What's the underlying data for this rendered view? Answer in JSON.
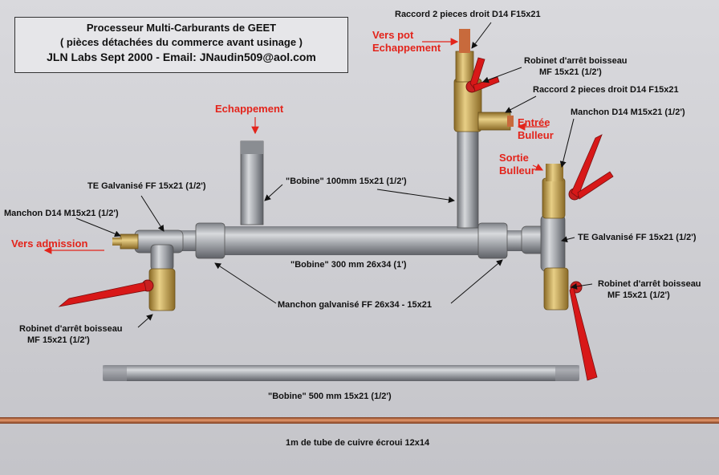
{
  "title_box": {
    "line1": "Processeur Multi-Carburants de GEET",
    "line2": "( pièces détachées du commerce avant usinage )",
    "line3": "JLN Labs Sept 2000 - Email: JNaudin509@aol.com"
  },
  "labels": {
    "raccord_top": "Raccord 2 pieces droit D14 F15x21",
    "vers_pot_1": "Vers pot",
    "vers_pot_2": "Echappement",
    "robinet_top_1": "Robinet d'arrêt boisseau",
    "robinet_top_2": "MF 15x21 (1/2')",
    "raccord_mid": "Raccord 2 pieces droit D14 F15x21",
    "manchon_right": "Manchon D14 M15x21 (1/2')",
    "entree_1": "Entrée",
    "entree_2": "Bulleur",
    "echappement": "Echappement",
    "sortie_1": "Sortie",
    "sortie_2": "Bulleur",
    "te_left": "TE Galvanisé FF 15x21 (1/2')",
    "bobine_100": "\"Bobine\" 100mm 15x21 (1/2')",
    "manchon_left": "Manchon D14 M15x21 (1/2')",
    "vers_admission": "Vers admission",
    "te_right": "TE Galvanisé FF 15x21 (1/2')",
    "bobine_300": "\"Bobine\" 300 mm 26x34 (1')",
    "robinet_right_1": "Robinet d'arrêt boisseau",
    "robinet_right_2": "MF 15x21 (1/2')",
    "manchon_galva": "Manchon galvanisé FF 26x34 - 15x21",
    "robinet_left_1": "Robinet d'arrêt boisseau",
    "robinet_left_2": "MF 15x21 (1/2')",
    "bobine_500": "\"Bobine\" 500 mm 15x21 (1/2')",
    "tube_cuivre": "1m de tube de cuivre écroui 12x14"
  },
  "colors": {
    "background": "#cfcfd4",
    "annotation_red": "#e3241b",
    "steel": "#a7aab0",
    "brass": "#c9a24a",
    "copper": "#b8623a",
    "valve_handle": "#d81818"
  }
}
